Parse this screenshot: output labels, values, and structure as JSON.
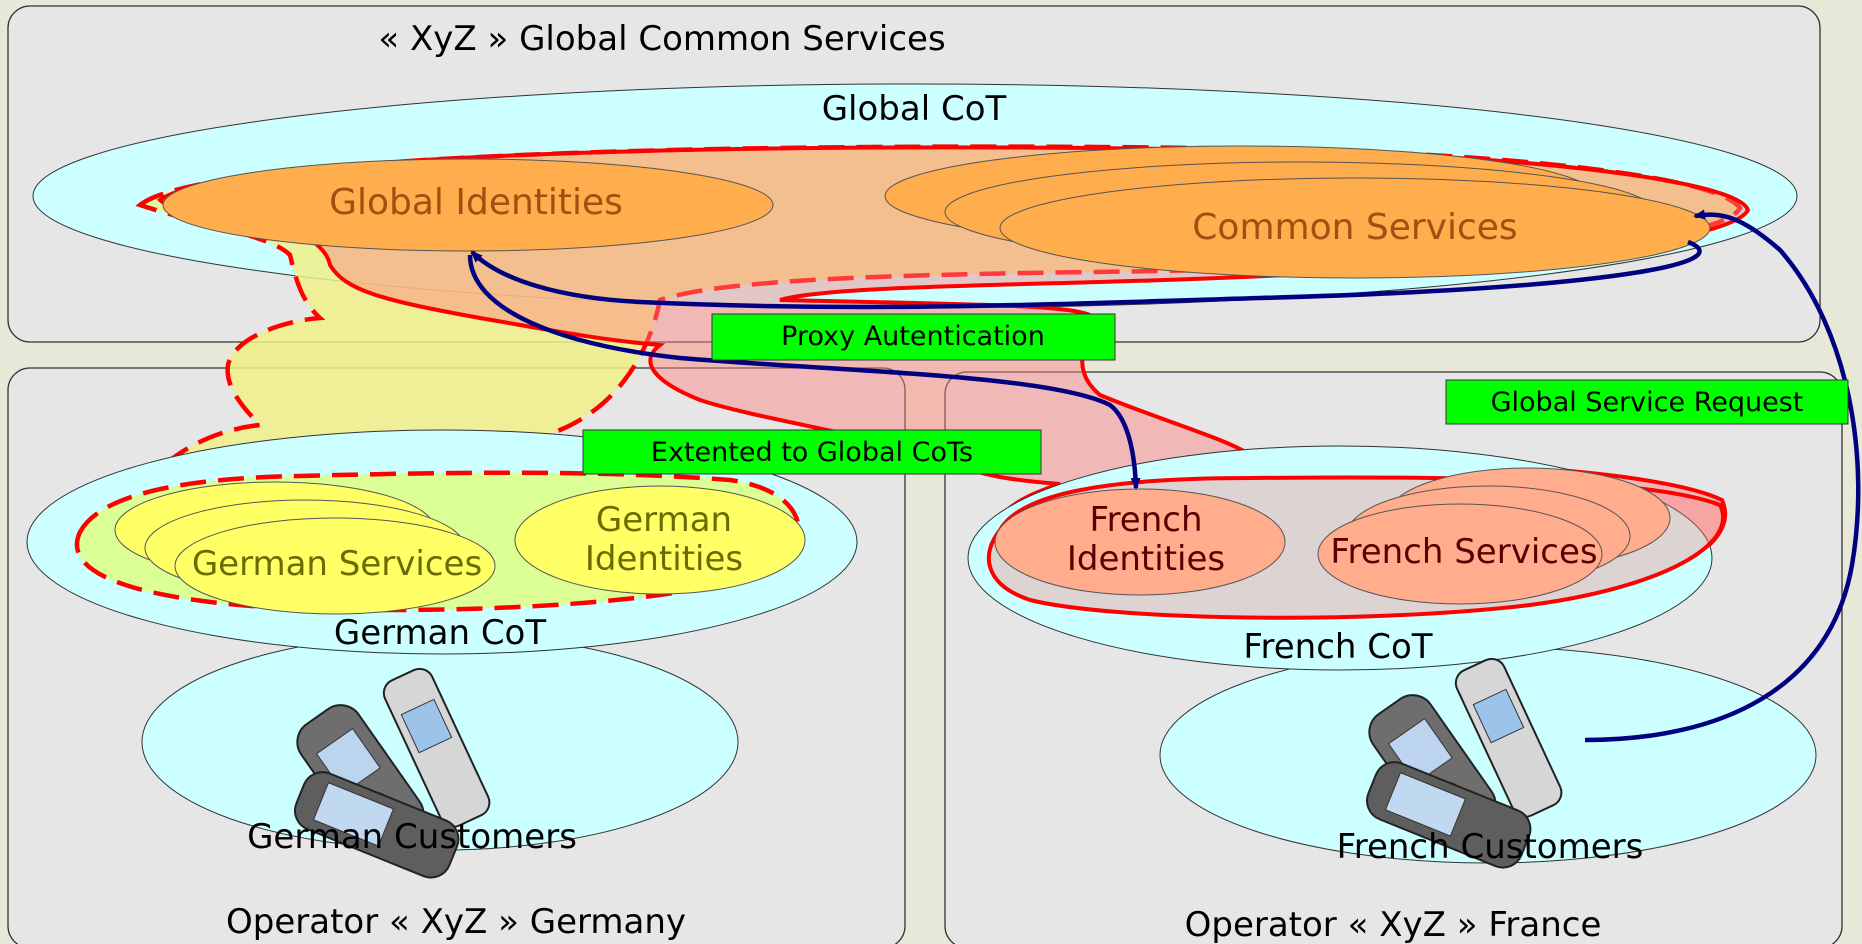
{
  "regions": {
    "global": "« XyZ » Global Common Services",
    "germany": "Operator « XyZ » Germany",
    "france": "Operator « XyZ » France"
  },
  "cots": {
    "global": "Global CoT",
    "german": "German CoT",
    "french": "French CoT"
  },
  "nodes": {
    "global_identities": "Global Identities",
    "common_services": "Common Services",
    "german_services": "German Services",
    "german_identities_1": "German",
    "german_identities_2": "Identities",
    "french_identities_1": "French",
    "french_identities_2": "Identities",
    "french_services": "French Services",
    "german_customers": "German Customers",
    "french_customers": "French Customers"
  },
  "labels": {
    "proxy_auth": "Proxy Autentication",
    "extended": "Extented to Global CoTs",
    "global_request": "Global Service Request"
  },
  "icons": {
    "german_phones": "mobile-phones-icon",
    "french_phones": "mobile-phones-icon"
  },
  "colors": {
    "region_fill": "#e6e6e6",
    "cot_fill": "#ccffff",
    "orange": "#ffad4d",
    "orange_text": "#a05010",
    "yellow": "#ffff66",
    "salmon": "#ffad8c",
    "red": "#ff0000",
    "arrow": "#000080",
    "label_bg": "#00ff00"
  }
}
